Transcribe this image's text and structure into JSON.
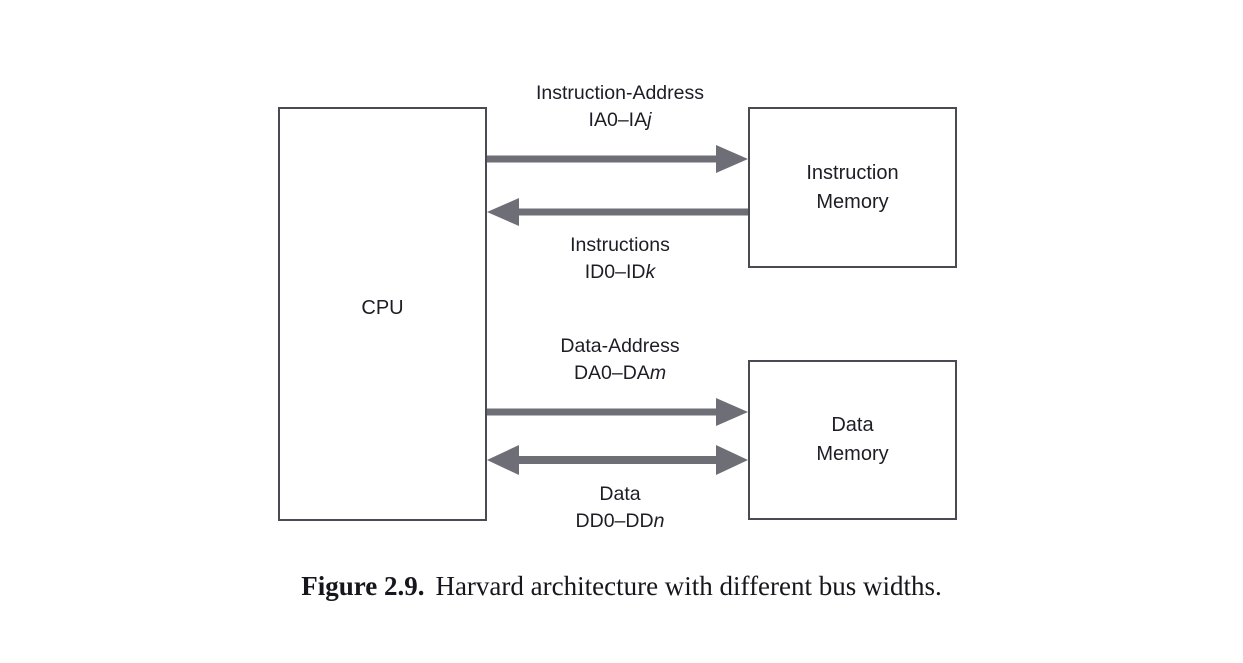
{
  "figure": {
    "caption_number": "Figure 2.9.",
    "caption_text": "Harvard architecture with different bus widths."
  },
  "blocks": {
    "cpu": {
      "label": "CPU"
    },
    "instruction_memory": {
      "label": "Instruction\nMemory"
    },
    "data_memory": {
      "label": "Data\nMemory"
    }
  },
  "buses": [
    {
      "id": "instruction-address",
      "name": "Instruction-Address",
      "range_prefix": "IA0–IA",
      "range_index": "j",
      "direction": "cpu-to-memory",
      "target": "instruction-memory"
    },
    {
      "id": "instructions",
      "name": "Instructions",
      "range_prefix": "ID0–ID",
      "range_index": "k",
      "direction": "memory-to-cpu",
      "target": "instruction-memory"
    },
    {
      "id": "data-address",
      "name": "Data-Address",
      "range_prefix": "DA0–DA",
      "range_index": "m",
      "direction": "cpu-to-memory",
      "target": "data-memory"
    },
    {
      "id": "data",
      "name": "Data",
      "range_prefix": "DD0–DD",
      "range_index": "n",
      "direction": "bidirectional",
      "target": "data-memory"
    }
  ],
  "colors": {
    "arrow": "#6e6e77",
    "block_border": "#4a4a52",
    "text": "#1d1d26",
    "background": "#ffffff"
  }
}
